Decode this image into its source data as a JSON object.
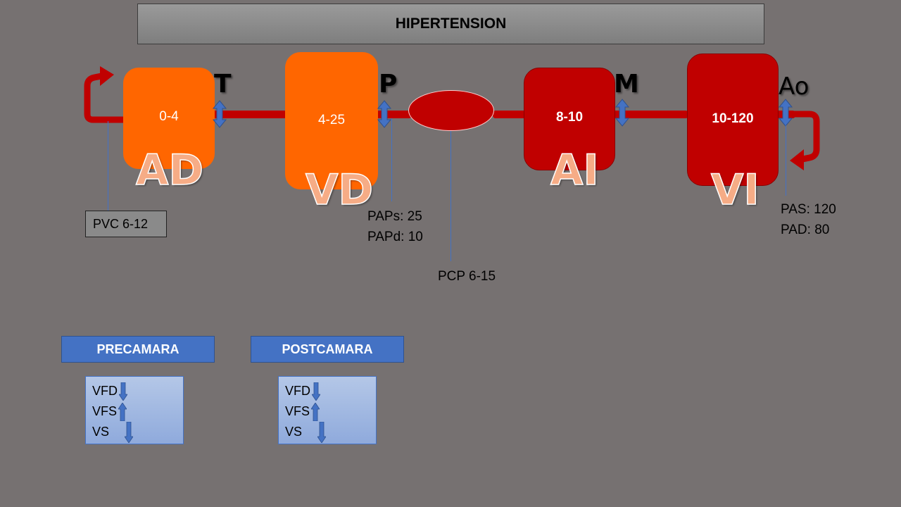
{
  "title": "HIPERTENSION",
  "chambers": {
    "ad": {
      "value": "0-4",
      "label": "AD"
    },
    "vd": {
      "value": "4-25",
      "label": "VD"
    },
    "ai": {
      "value": "8-10",
      "label": "AI"
    },
    "vi": {
      "value": "10-120",
      "label": "VI"
    }
  },
  "valves": {
    "t": "T",
    "p": "P",
    "m": "M",
    "ao": "Ao"
  },
  "annotations": {
    "pvc": "PVC 6-12",
    "paps": "PAPs: 25",
    "papd": "PAPd: 10",
    "pcp": "PCP 6-15",
    "pas": "PAS: 120",
    "pad": "PAD: 80"
  },
  "panels": {
    "precamara": {
      "title": "PRECAMARA",
      "items": [
        {
          "label": "VFD",
          "arrow": "down"
        },
        {
          "label": "VFS",
          "arrow": "up"
        },
        {
          "label": "VS",
          "arrow": "down"
        }
      ]
    },
    "postcamara": {
      "title": "POSTCAMARA",
      "items": [
        {
          "label": "VFD",
          "arrow": "down"
        },
        {
          "label": "VFS",
          "arrow": "up"
        },
        {
          "label": "VS",
          "arrow": "down"
        }
      ]
    }
  },
  "colors": {
    "background": "#767171",
    "right_heart": "#ff6600",
    "left_heart": "#c00000",
    "valve_arrow": "#4472c4",
    "panel_header": "#4472c4"
  }
}
